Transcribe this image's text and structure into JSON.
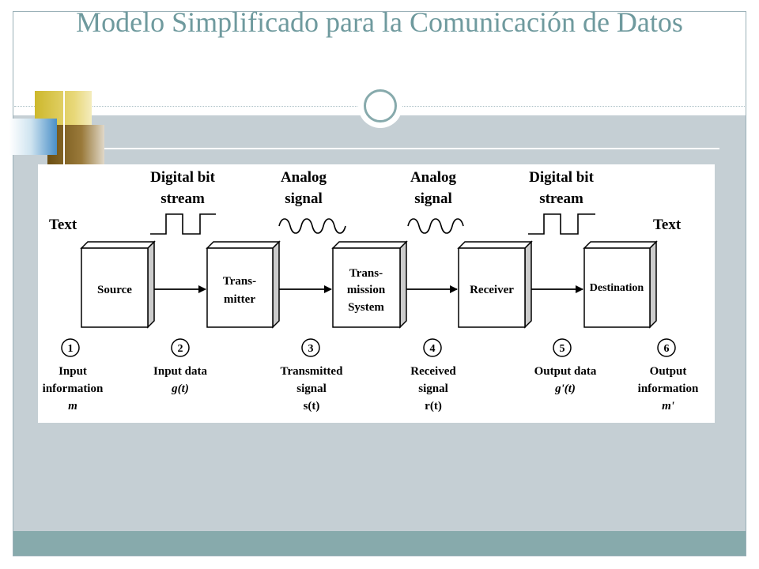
{
  "slide": {
    "title": "Modelo Simplificado para la Comunicación de Datos"
  },
  "diagram": {
    "signals": [
      {
        "line1": "Digital bit",
        "line2": "stream"
      },
      {
        "line1": "Analog",
        "line2": "signal"
      },
      {
        "line1": "Analog",
        "line2": "signal"
      },
      {
        "line1": "Digital bit",
        "line2": "stream"
      }
    ],
    "text_left": "Text",
    "text_right": "Text",
    "blocks": [
      {
        "lines": [
          "Source"
        ]
      },
      {
        "lines": [
          "Trans-",
          "mitter"
        ]
      },
      {
        "lines": [
          "Trans-",
          "mission",
          "System"
        ]
      },
      {
        "lines": [
          "Receiver"
        ]
      },
      {
        "lines": [
          "Destination"
        ]
      }
    ],
    "stages": [
      {
        "num": "1",
        "lines": [
          "Input",
          "information",
          "m"
        ]
      },
      {
        "num": "2",
        "lines": [
          "Input data",
          "g(t)"
        ]
      },
      {
        "num": "3",
        "lines": [
          "Transmitted",
          "signal",
          "s(t)"
        ]
      },
      {
        "num": "4",
        "lines": [
          "Received",
          "signal",
          "r(t)"
        ]
      },
      {
        "num": "5",
        "lines": [
          "Output data",
          "g'(t)"
        ]
      },
      {
        "num": "6",
        "lines": [
          "Output",
          "information",
          "m'"
        ]
      }
    ]
  }
}
